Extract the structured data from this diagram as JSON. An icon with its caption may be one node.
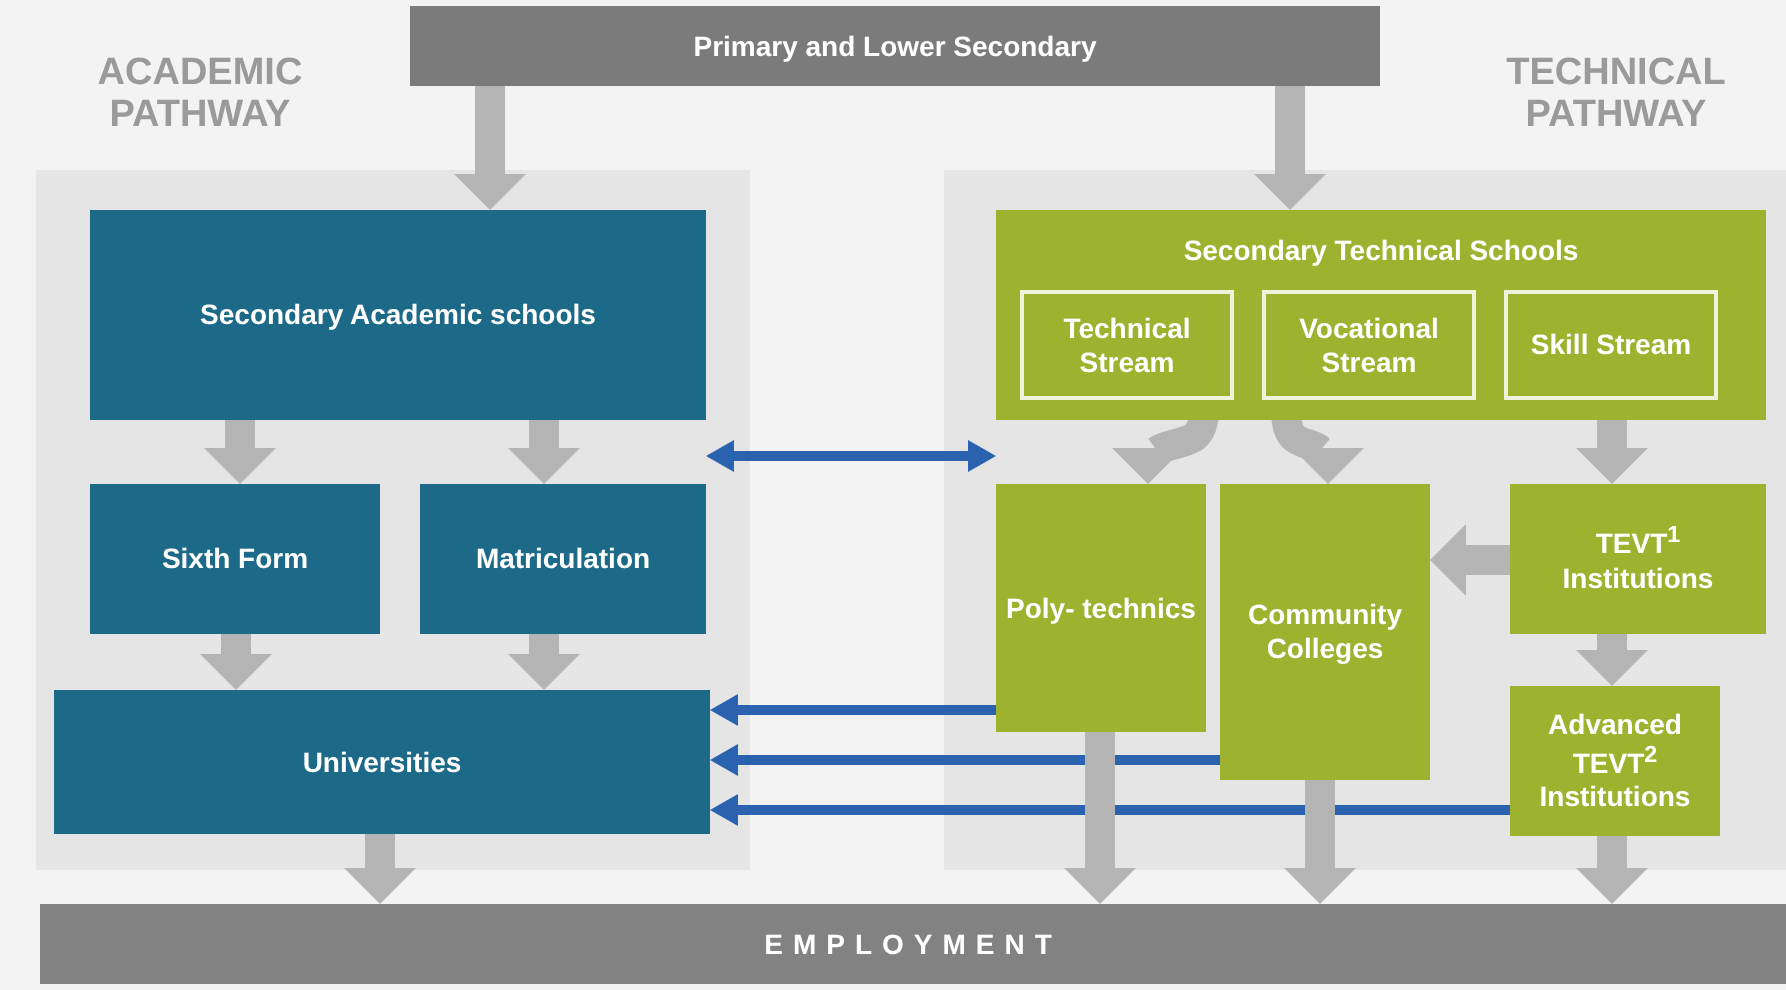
{
  "diagram": {
    "nodes": [
      {
        "text": [
          "Primary and Lower Secondary"
        ]
      },
      {
        "text": [
          "Secondary Academic schools"
        ]
      },
      {
        "text": [
          "Sixth Form"
        ]
      },
      {
        "text": [
          "Matriculation"
        ]
      },
      {
        "text": [
          "Universities"
        ]
      },
      {
        "text": [
          "Secondary Technical Schools"
        ]
      },
      {
        "text": [
          "Technical Stream"
        ],
        "in": 5
      },
      {
        "text": [
          "Vocational Stream"
        ],
        "in": 5
      },
      {
        "text": [
          "Skill Stream"
        ],
        "in": 5
      },
      {
        "text": [
          "Poly- technics"
        ]
      },
      {
        "text": [
          "Community Colleges"
        ]
      },
      {
        "text": [
          "TEVT$^{1}$ Institutions"
        ]
      },
      {
        "text": [
          "Advanced TEVT$^{2}$ Institutions"
        ]
      },
      {
        "text": [
          "EMPLOYMENT"
        ]
      }
    ],
    "edges": [
      {
        "from": 0,
        "to": 1,
        "arrow": "to"
      },
      {
        "from": 0,
        "to": 5,
        "arrow": "to"
      },
      {
        "from": 1,
        "to": 2,
        "arrow": "to"
      },
      {
        "from": 1,
        "to": 3,
        "arrow": "to"
      },
      {
        "from": 2,
        "to": 4,
        "arrow": "to"
      },
      {
        "from": 3,
        "to": 4,
        "arrow": "to"
      },
      {
        "from": 4,
        "to": 13,
        "arrow": "to"
      },
      {
        "from": 1,
        "to": 5,
        "arrow": "both",
        "color": "#2b62b0"
      },
      {
        "from": 6,
        "to": 9,
        "arrow": "to"
      },
      {
        "from": 7,
        "to": 10,
        "arrow": "to"
      },
      {
        "from": 8,
        "to": 11,
        "arrow": "to"
      },
      {
        "from": 11,
        "to": 10,
        "arrow": "to"
      },
      {
        "from": 11,
        "to": 12,
        "arrow": "to"
      },
      {
        "from": 9,
        "to": 4,
        "arrow": "to",
        "color": "#2b62b0"
      },
      {
        "from": 10,
        "to": 4,
        "arrow": "to",
        "color": "#2b62b0"
      },
      {
        "from": 12,
        "to": 4,
        "arrow": "to",
        "color": "#2b62b0"
      },
      {
        "from": 9,
        "to": 13,
        "arrow": "to"
      },
      {
        "from": 10,
        "to": 13,
        "arrow": "to"
      },
      {
        "from": 12,
        "to": 13,
        "arrow": "to"
      }
    ],
    "labels": [
      "ACADEMIC PATHWAY",
      "TECHNICAL PATHWAY"
    ]
  }
}
